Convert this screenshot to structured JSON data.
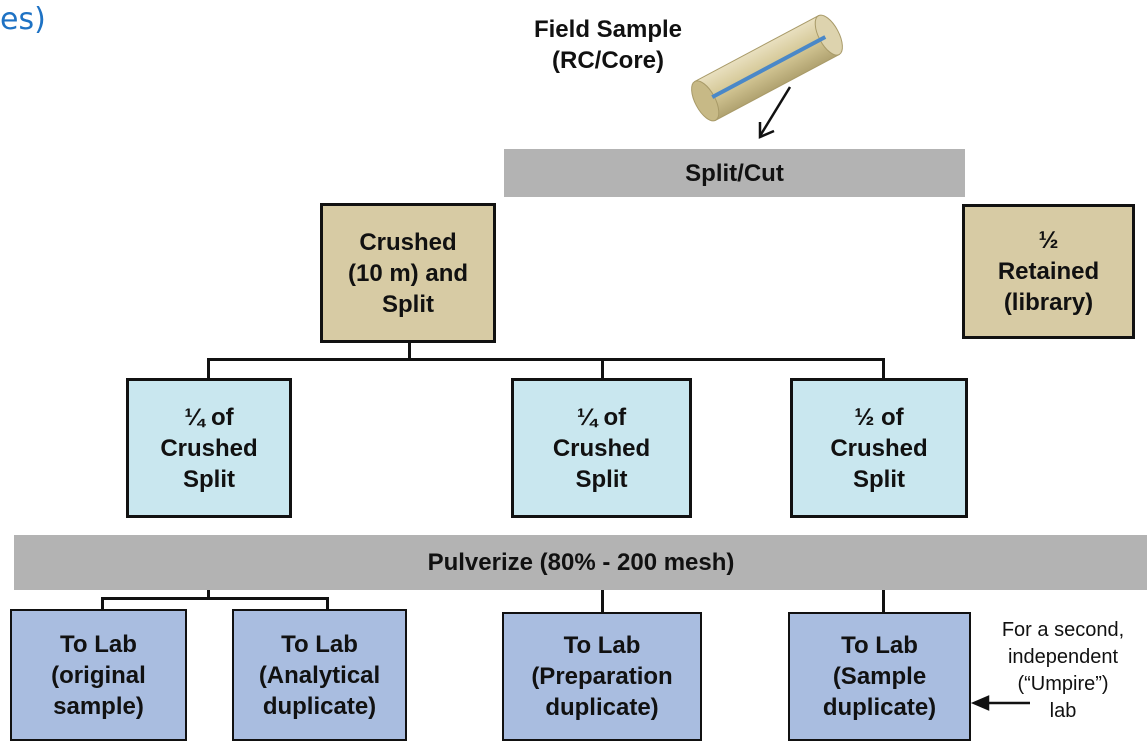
{
  "header": {
    "title_fragment": "es)"
  },
  "diagram": {
    "field_sample_label": "Field Sample\n(RC/Core)",
    "split_cut": "Split/Cut",
    "crushed": "Crushed\n(10 m) and\nSplit",
    "retained": "½\nRetained\n(library)",
    "quarter_a": "¼  of\nCrushed\nSplit",
    "quarter_b": "¼  of\nCrushed\nSplit",
    "half": "½ of\nCrushed\nSplit",
    "pulverize": "Pulverize (80% - 200 mesh)",
    "lab_original": "To Lab\n(original\nsample)",
    "lab_analytical": "To Lab\n(Analytical\nduplicate)",
    "lab_preparation": "To Lab\n(Preparation\nduplicate)",
    "lab_sample": "To Lab\n(Sample\nduplicate)",
    "umpire_note": "For a second,\nindependent\n(“Umpire”)\nlab"
  },
  "colors": {
    "title_blue": "#1e72c4",
    "tan_box": "#d7cba4",
    "cyan_box": "#c9e7ef",
    "blue_box": "#a9bde0",
    "grey_bar": "#b3b3b3"
  }
}
